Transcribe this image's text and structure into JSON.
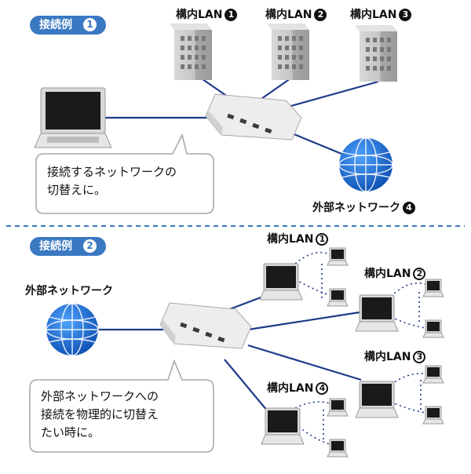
{
  "example1": {
    "badge_label": "接続例",
    "badge_number": "1",
    "lans": [
      {
        "label": "構内LAN",
        "number": "1"
      },
      {
        "label": "構内LAN",
        "number": "2"
      },
      {
        "label": "構内LAN",
        "number": "3"
      }
    ],
    "external": {
      "label": "外部ネットワーク",
      "number": "4"
    },
    "callout": [
      "接続するネットワークの",
      "切替えに。"
    ]
  },
  "example2": {
    "badge_label": "接続例",
    "badge_number": "2",
    "external_label": "外部ネットワーク",
    "lans": [
      {
        "label": "構内LAN",
        "number": "1"
      },
      {
        "label": "構内LAN",
        "number": "2"
      },
      {
        "label": "構内LAN",
        "number": "3"
      },
      {
        "label": "構内LAN",
        "number": "4"
      }
    ],
    "callout": [
      "外部ネットワークへの",
      "接続を物理的に切替え",
      "たい時に。"
    ]
  },
  "colors": {
    "accent": "#3a78c2",
    "cable": "#1e3a8a",
    "divider": "#3a78c2",
    "globe": "#1f6fd1"
  }
}
